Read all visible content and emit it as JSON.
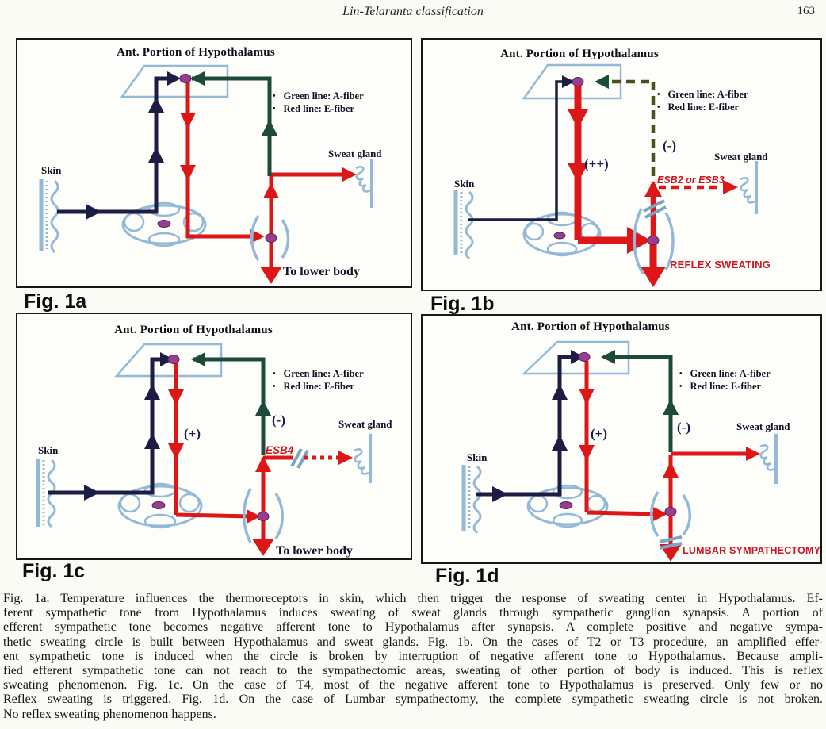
{
  "page": {
    "header_title": "Lin-Telaranta classification",
    "page_number": "163",
    "legend_bullet": "•"
  },
  "colors": {
    "navy": "#1c1c44",
    "red": "#dd1717",
    "green": "#1d4a3a",
    "olive": "#4c4f20",
    "anatomy": "#93b9d8",
    "purple": "#993d93",
    "red_text": "#cc1520",
    "slash": "#7aa4c8"
  },
  "panels": [
    {
      "fig_label": "Fig. 1a",
      "title": "Ant. Portion of Hypothalamus",
      "skin": "Skin",
      "sweat_gland": "Sweat gland",
      "legend": [
        "Green line: A-fiber",
        "Red line: E-fiber"
      ],
      "to_lower_body": "To lower body"
    },
    {
      "fig_label": "Fig. 1b",
      "title": "Ant. Portion of Hypothalamus",
      "skin": "Skin",
      "sweat_gland": "Sweat gland",
      "legend": [
        "Green line: A-fiber",
        "Red line: E-fiber"
      ],
      "amplified_sign": "(++)",
      "negative_sign": "(-)",
      "esb": "ESB2 or ESB3",
      "note": "REFLEX SWEATING"
    },
    {
      "fig_label": "Fig. 1c",
      "title": "Ant. Portion of Hypothalamus",
      "skin": "Skin",
      "sweat_gland": "Sweat gland",
      "legend": [
        "Green line: A-fiber",
        "Red line: E-fiber"
      ],
      "positive_sign": "(+)",
      "negative_sign": "(-)",
      "esb": "ESB4",
      "to_lower_body": "To lower body"
    },
    {
      "fig_label": "Fig. 1d",
      "title": "Ant. Portion of Hypothalamus",
      "skin": "Skin",
      "sweat_gland": "Sweat gland",
      "legend": [
        "Green line: A-fiber",
        "Red line: E-fiber"
      ],
      "positive_sign": "(+)",
      "negative_sign": "(-)",
      "note": "LUMBAR SYMPATHECTOMY"
    }
  ],
  "caption_lines": [
    "Fig. 1a. Temperature influences the thermoreceptors in skin, which then trigger the response of sweating center in Hypothalamus. Ef-",
    "ferent sympathetic tone from Hypothalamus induces sweating of sweat glands through sympathetic ganglion synapsis. A portion of",
    "efferent sympathetic tone becomes negative afferent tone to Hypothalamus after synapsis. A complete positive and negative sympa-",
    "thetic sweating circle is built between Hypothalamus and sweat glands. Fig. 1b. On the cases of T2 or T3 procedure, an amplified effer-",
    "ent sympathetic tone is induced when the circle is broken by interruption of negative afferent tone to Hypothalamus. Because ampli-",
    "fied efferent sympathetic tone can not reach to the sympathectomic areas, sweating of other portion of body is induced. This is reflex",
    "sweating phenomenon. Fig. 1c. On the case of T4, most of the negative afferent tone to Hypothalamus is preserved. Only few or no",
    "Reflex sweating is triggered. Fig. 1d. On the case of Lumbar sympathectomy, the complete sympathetic sweating circle is not broken.",
    "No reflex sweating phenomenon happens."
  ]
}
